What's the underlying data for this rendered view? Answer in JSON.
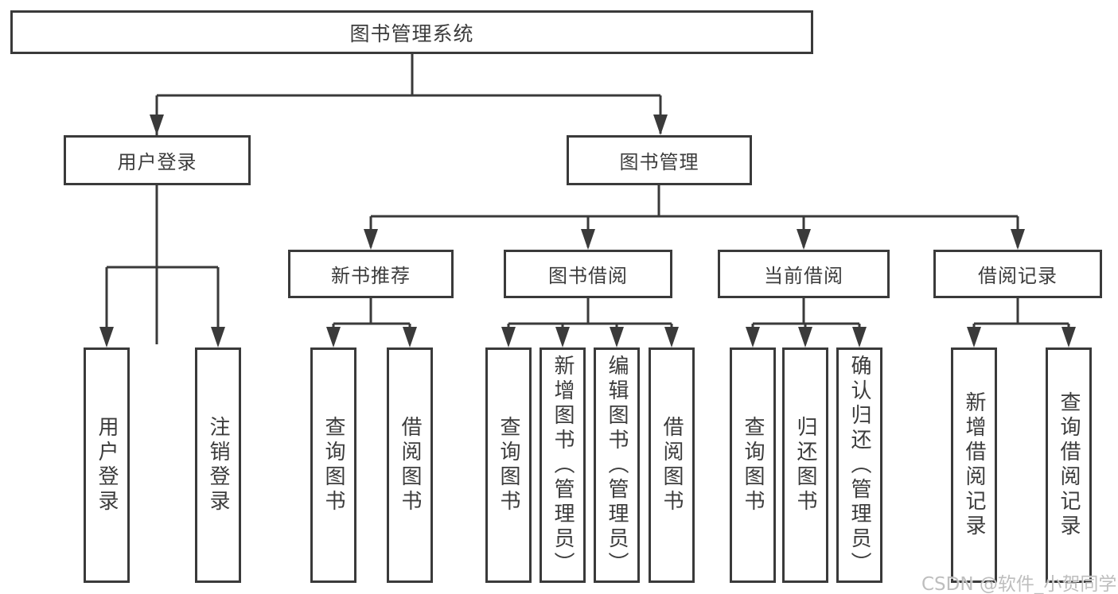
{
  "diagram": {
    "root": {
      "label": "图书管理系统"
    },
    "level2": [
      {
        "label": "用户登录"
      },
      {
        "label": "图书管理"
      }
    ],
    "level3": [
      {
        "label": "新书推荐"
      },
      {
        "label": "图书借阅"
      },
      {
        "label": "当前借阅"
      },
      {
        "label": "借阅记录"
      }
    ],
    "leaves": {
      "user": [
        "用户登录",
        "注销登录"
      ],
      "newbook": [
        "查询图书",
        "借阅图书"
      ],
      "borrow": [
        "查询图书",
        "新增图书（管理员）",
        "编辑图书（管理员）",
        "借阅图书"
      ],
      "current": [
        "查询图书",
        "归还图书",
        "确认归还（管理员）"
      ],
      "record": [
        "新增借阅记录",
        "查询借阅记录"
      ]
    }
  },
  "watermark": {
    "text": "CSDN @软件_小贺同学"
  },
  "colors": {
    "line": "#3a3a3a",
    "text": "#3c3c3c",
    "background": "#ffffff",
    "watermark": "#bababa"
  }
}
